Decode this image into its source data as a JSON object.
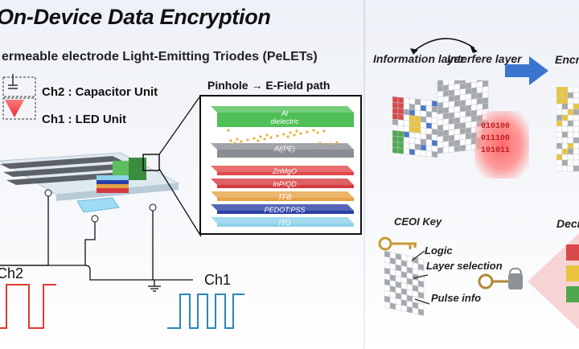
{
  "title": "On-Device Data Encryption",
  "subtitle": "ermeable electrode Light-Emitting Triodes (PeLETs)",
  "device_legend": {
    "ch2": "Ch2 : Capacitor Unit",
    "ch1": "Ch1 : LED Unit"
  },
  "stack_panel": {
    "heading": "Pinhole → E-Field path",
    "layers": [
      {
        "name": "Al",
        "sub": "dielectric",
        "color": "#4fbf57"
      },
      {
        "name": "Al(PE)",
        "sub": "",
        "color": "#8a8d93"
      },
      {
        "name": "ZnMgO",
        "sub": "",
        "color": "#e2484a"
      },
      {
        "name": "InP/QD",
        "sub": "",
        "color": "#d43a3e"
      },
      {
        "name": "TFB",
        "sub": "",
        "color": "#e6a246"
      },
      {
        "name": "PEDOT:PSS",
        "sub": "",
        "color": "#2a40a6"
      },
      {
        "name": "ITO",
        "sub": "",
        "color": "#8fd2ea"
      }
    ]
  },
  "channels": {
    "ch2_label": "Ch2",
    "ch1_label": "Ch1",
    "ch2_color": "#e03b2f",
    "ch1_color": "#2a86b9"
  },
  "encryption": {
    "info_label": "Information layer",
    "interfere_label": "Interfere layer",
    "encrypted_label": "Encry... da...",
    "binary": [
      "010100",
      "011100",
      "101011"
    ]
  },
  "decryption": {
    "key_label": "CEOI Key",
    "logic_label": "Logic",
    "layer_sel_label": "Layer selection",
    "pulse_label": "Pulse info",
    "decrypted_label": "Decr... D..."
  },
  "colors": {
    "accent_arrow": "#3b74cf",
    "grid_green": "#4fa84f",
    "grid_red": "#d94848",
    "grid_blue": "#4a78c8",
    "grid_gray": "#a5a8ad",
    "grid_yellow": "#e9c43c",
    "key_gold": "#c79a35"
  }
}
